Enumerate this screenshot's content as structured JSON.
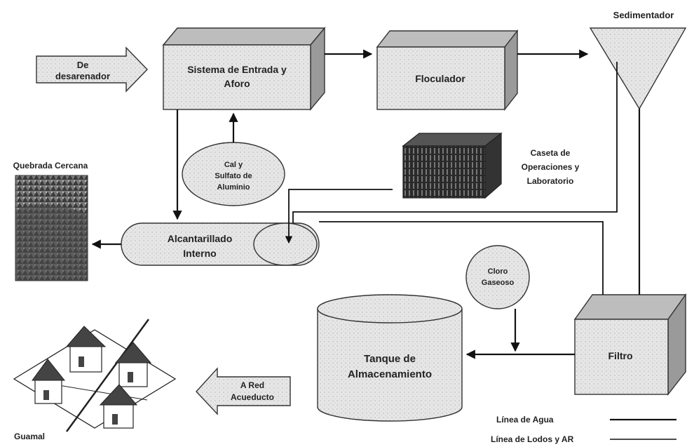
{
  "labels": {
    "desarenador_line1": "De",
    "desarenador_line2": "desarenador",
    "entrada_line1": "Sistema de Entrada y",
    "entrada_line2": "Aforo",
    "floculador": "Floculador",
    "sedimentador": "Sedimentador",
    "quebrada": "Quebrada Cercana",
    "cal_line1": "Cal y",
    "cal_line2": "Sulfato de",
    "cal_line3": "Aluminio",
    "caseta_line1": "Caseta de",
    "caseta_line2": "Operaciones y",
    "caseta_line3": "Laboratorio",
    "alcantarillado_line1": "Alcantarillado",
    "alcantarillado_line2": "Interno",
    "cloro_line1": "Cloro",
    "cloro_line2": "Gaseoso",
    "tanque_line1": "Tanque de",
    "tanque_line2": "Almacenamiento",
    "filtro": "Filtro",
    "red_line1": "A Red",
    "red_line2": "Acueducto",
    "guamal": "Guamal"
  },
  "legend": {
    "agua": "Línea de Agua",
    "lodos": "Línea de Lodos y AR"
  },
  "icons": {
    "caseta": "building-icon",
    "quebrada": "landscape-photo",
    "guamal": "houses-icon"
  }
}
